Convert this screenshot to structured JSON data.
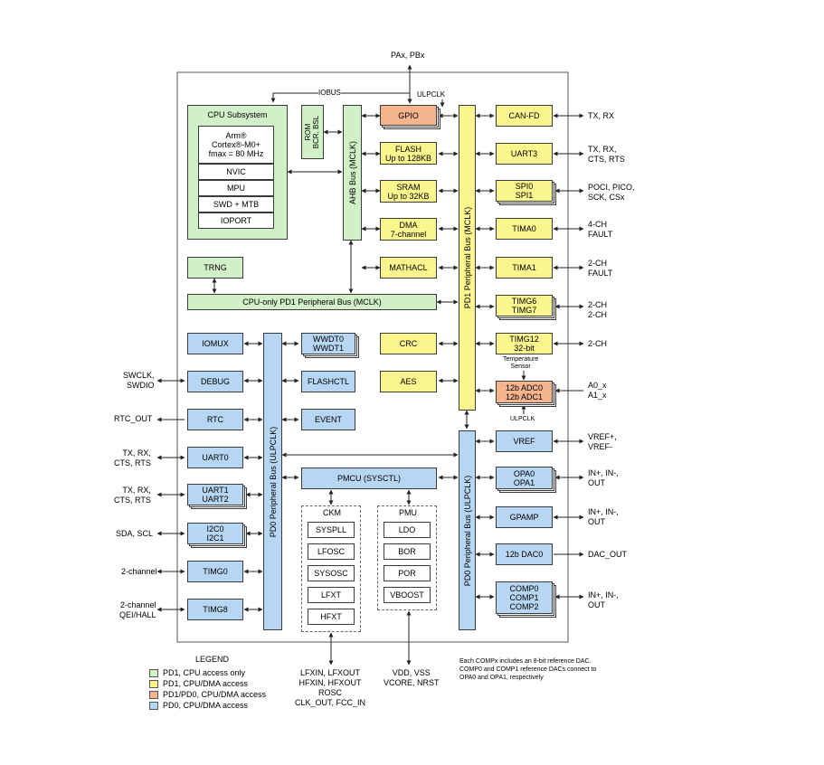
{
  "external": {
    "pa_pb": "PAx, PBx",
    "iobus": "IOBUS",
    "ulpclk_top": "ULPCLK",
    "ulpclk_adc": "ULPCLK",
    "temp_sensor": "Temperature\nSensor",
    "right": {
      "canfd": "TX, RX",
      "uart3": "TX, RX,\nCTS, RTS",
      "spi": "POCI, PICO,\nSCK, CSx",
      "tima0": "4-CH\nFAULT",
      "tima1": "2-CH\nFAULT",
      "timg67": "2-CH\n2-CH",
      "timg12": "2-CH",
      "adc": "A0_x\nA1_x",
      "vref": "VREF+,\nVREF-",
      "opa": "IN+, IN-,\nOUT",
      "gpamp": "IN+, IN-,\nOUT",
      "dac": "DAC_OUT",
      "comp": "IN+, IN-,\nOUT"
    },
    "left": {
      "debug": "SWCLK,\nSWDIO",
      "rtc": "RTC_OUT",
      "uart0": "TX, RX,\nCTS, RTS",
      "uart12": "TX, RX,\nCTS, RTS",
      "i2c": "SDA, SCL",
      "timg0": "2-channel",
      "timg8": "2-channel\nQEI/HALL"
    },
    "bottom_ckm": "LFXIN, LFXOUT\nHFXIN, HFXOUT\nROSC\nCLK_OUT, FCC_IN",
    "bottom_pmu": "VDD, VSS\nVCORE, NRST"
  },
  "cpu": {
    "title": "CPU Subsystem",
    "core": "Arm®\nCortex®-M0+\nfmax = 80 MHz",
    "items": [
      "NVIC",
      "MPU",
      "SWD + MTB",
      "IOPORT"
    ]
  },
  "rom": "ROM\nBCR, BSL",
  "buses": {
    "ahb": "AHB Bus (MCLK)",
    "pd1": "PD1 Peripheral Bus (MCLK)",
    "cpu_only": "CPU-only PD1 Peripheral Bus (MCLK)",
    "pd0_left": "PD0 Peripheral Bus (ULPCLK)",
    "pd0_right": "PD0 Peripheral Bus (ULPCLK)"
  },
  "blocks": {
    "gpio": "GPIO",
    "flash": "FLASH\nUp to 128KB",
    "sram": "SRAM\nUp to 32KB",
    "dma": "DMA\n7-channel",
    "mathacl": "MATHACL",
    "crc": "CRC",
    "aes": "AES",
    "trng": "TRNG",
    "canfd": "CAN-FD",
    "uart3": "UART3",
    "spi": "SPI0\nSPI1",
    "tima0": "TIMA0",
    "tima1": "TIMA1",
    "timg67": "TIMG6\nTIMG7",
    "timg12": "TIMG12\n32-bit",
    "adc": "12b ADC0\n12b ADC1",
    "iomux": "IOMUX",
    "debug": "DEBUG",
    "rtc": "RTC",
    "uart0": "UART0",
    "uart12": "UART1\nUART2",
    "i2c": "I2C0\nI2C1",
    "timg0": "TIMG0",
    "timg8": "TIMG8",
    "wwdt": "WWDT0\nWWDT1",
    "flashctl": "FLASHCTL",
    "event": "EVENT",
    "pmcu": "PMCU (SYSCTL)",
    "vref": "VREF",
    "opa": "OPA0\nOPA1",
    "gpamp": "GPAMP",
    "dac": "12b DAC0",
    "comp": "COMP0\nCOMP1\nCOMP2"
  },
  "ckm": {
    "title": "CKM",
    "items": [
      "SYSPLL",
      "LFOSC",
      "SYSOSC",
      "LFXT",
      "HFXT"
    ]
  },
  "pmu": {
    "title": "PMU",
    "items": [
      "LDO",
      "BOR",
      "POR",
      "VBOOST"
    ]
  },
  "note": "Each COMPx includes an 8-bit reference DAC.\nCOMP0 and COMP1 reference DACs connect to\nOPA0 and OPA1, respectively",
  "legend": {
    "title": "LEGEND",
    "items": [
      "PD1, CPU access only",
      "PD1, CPU/DMA access",
      "PD1/PD0, CPU/DMA access",
      "PD0, CPU/DMA access"
    ]
  },
  "colors": {
    "pd1_cpu": "#d2f0c8",
    "pd1_dma": "#fbf58e",
    "pd1_pd0": "#f6b48e",
    "pd0": "#b7d6f3"
  }
}
